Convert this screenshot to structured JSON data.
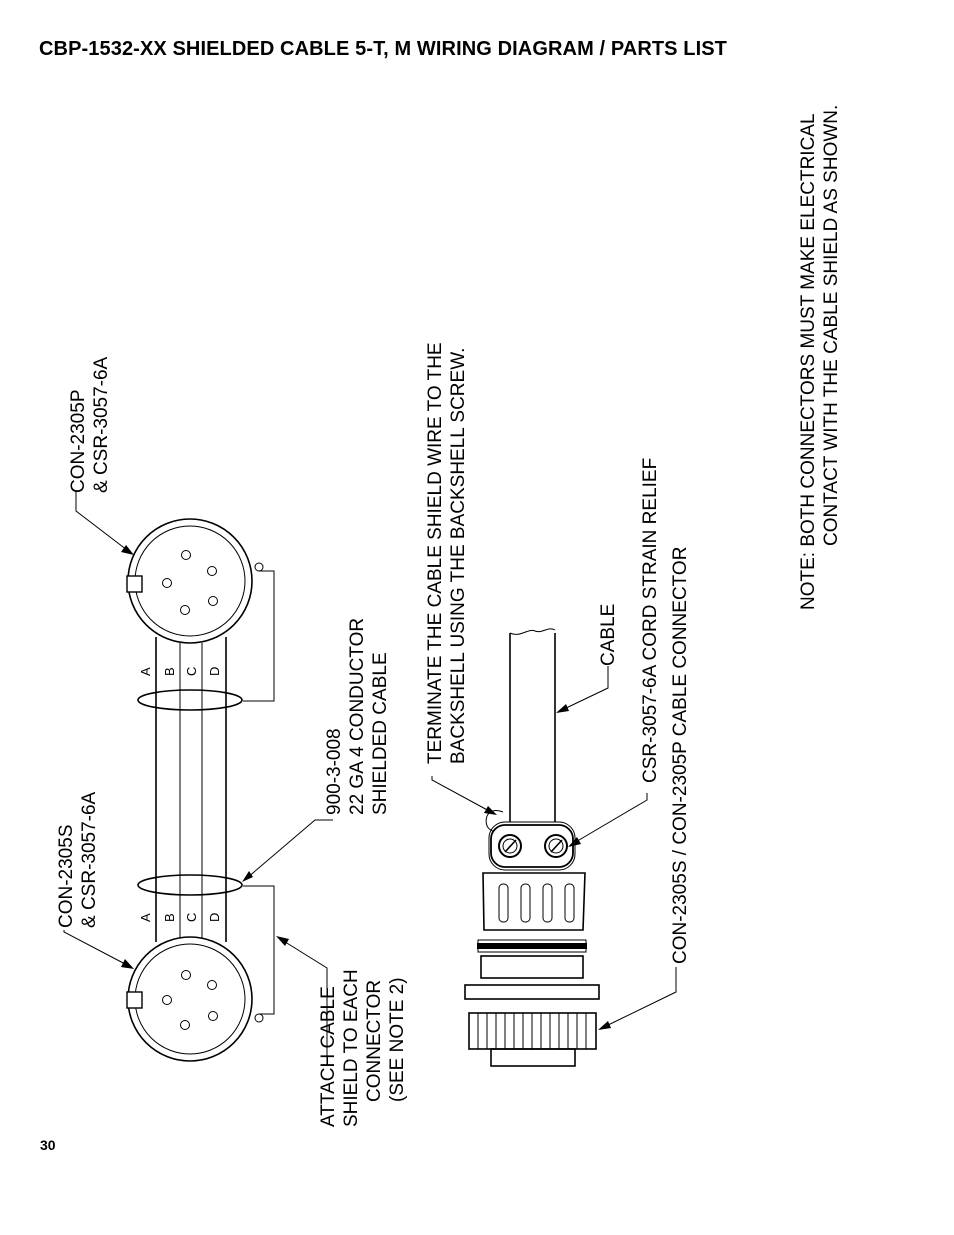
{
  "title": "CBP-1532-XX SHIELDED CABLE 5-T, M WIRING DIAGRAM / PARTS LIST",
  "page_number": "30",
  "connector_top": {
    "line1": "CON-2305P",
    "line2": "& CSR-3057-6A"
  },
  "connector_bottom": {
    "line1": "CON-2305S",
    "line2": "& CSR-3057-6A"
  },
  "cable_spec": {
    "line1": "900-3-008",
    "line2": "22 GA 4 CONDUCTOR",
    "line3": "SHIELDED CABLE"
  },
  "attach_note": {
    "line1": "ATTACH CABLE",
    "line2": "SHIELD TO EACH",
    "line3": "CONNECTOR",
    "line4": "(SEE NOTE 2)"
  },
  "terminate_note": {
    "line1": "TERMINATE THE CABLE SHIELD WIRE TO THE",
    "line2": "BACKSHELL USING THE BACKSHELL SCREW."
  },
  "cable_label": "CABLE",
  "strain_relief_label": "CSR-3057-6A CORD STRAIN RELIEF",
  "cable_connector_label": "CON-2305S / CON-2305P CABLE CONNECTOR",
  "wire_letters": [
    "A",
    "B",
    "C",
    "D"
  ],
  "note": {
    "line1": "NOTE:  BOTH CONNECTORS MUST MAKE ELECTRICAL",
    "line2": "CONTACT WITH THE CABLE SHIELD AS SHOWN."
  }
}
